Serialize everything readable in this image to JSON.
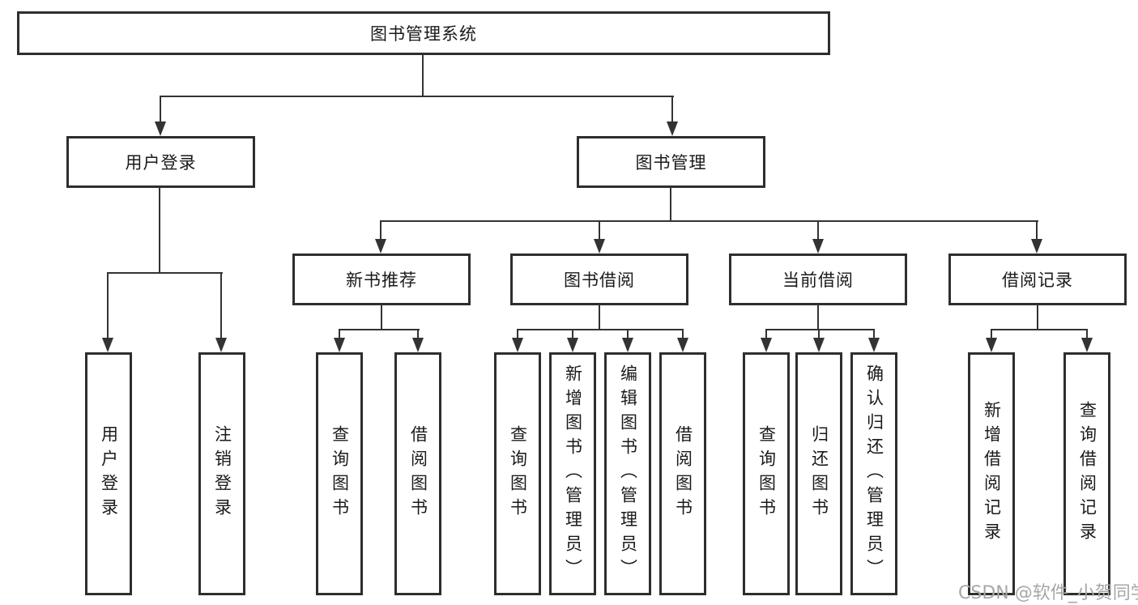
{
  "tree": {
    "label": "图书管理系统",
    "children": [
      {
        "label": "用户登录",
        "children": [
          {
            "label": "用户登录"
          },
          {
            "label": "注销登录"
          }
        ]
      },
      {
        "label": "图书管理",
        "children": [
          {
            "label": "新书推荐",
            "children": [
              {
                "label": "查询图书"
              },
              {
                "label": "借阅图书"
              }
            ]
          },
          {
            "label": "图书借阅",
            "children": [
              {
                "label": "查询图书"
              },
              {
                "label": "新增图书（管理员）"
              },
              {
                "label": "编辑图书（管理员）"
              },
              {
                "label": "借阅图书"
              }
            ]
          },
          {
            "label": "当前借阅",
            "children": [
              {
                "label": "查询图书"
              },
              {
                "label": "归还图书"
              },
              {
                "label": "确认归还（管理员）"
              }
            ]
          },
          {
            "label": "借阅记录",
            "children": [
              {
                "label": "新增借阅记录"
              },
              {
                "label": "查询借阅记录"
              }
            ]
          }
        ]
      }
    ]
  },
  "watermark": "CSDN @软件_小贺同学",
  "colors": {
    "line": "#333333",
    "border": "#2e2e2e",
    "text": "#1a1a1a",
    "watermark": "#a7a7ab",
    "background": "#ffffff"
  }
}
